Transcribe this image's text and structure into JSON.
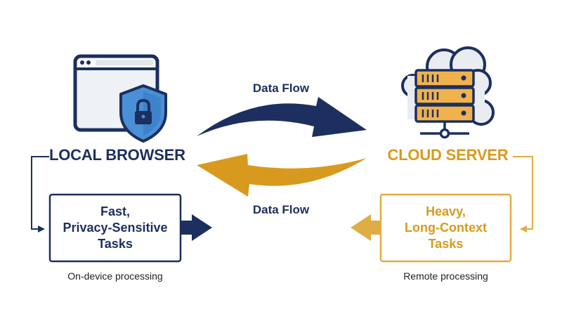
{
  "colors": {
    "navy": "#1c2f5f",
    "gold": "#d89a1e",
    "box_gold_border": "#e0ad44",
    "shield_blue": "#4a90d6",
    "server_gold": "#f0b24d",
    "cloud_gray": "#e9edf2"
  },
  "local": {
    "title": "LOCAL BROWSER",
    "task_lines": [
      "Fast,",
      "Privacy-Sensitive",
      "Tasks"
    ],
    "caption": "On-device processing",
    "icon": "browser-window-lock-shield-icon"
  },
  "cloud": {
    "title": "CLOUD SERVER",
    "task_lines": [
      "Heavy,",
      "Long-Context",
      "Tasks"
    ],
    "caption": "Remote processing",
    "icon": "server-rack-cloud-icon"
  },
  "flows": {
    "top_label": "Data Flow",
    "bottom_label": "Data Flow"
  }
}
